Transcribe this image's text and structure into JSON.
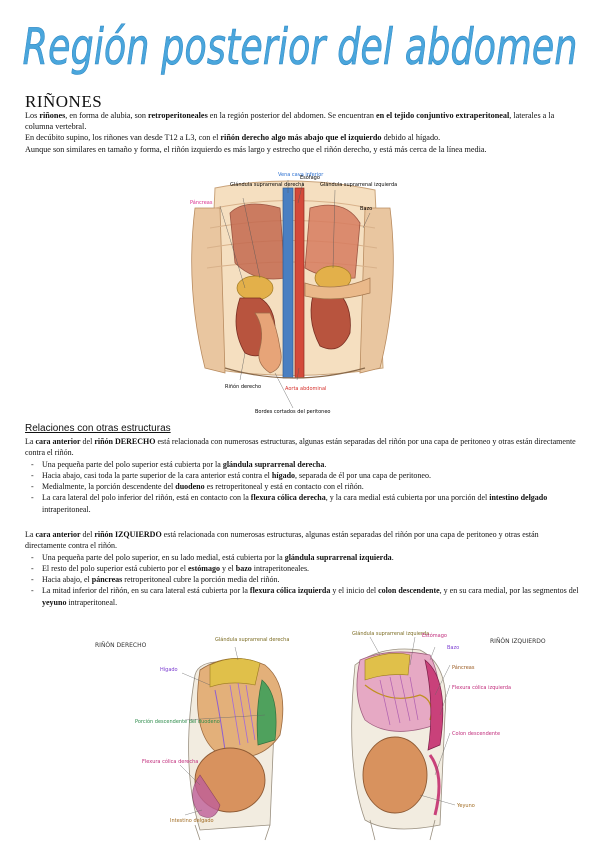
{
  "title": "Región posterior del abdomen",
  "colors": {
    "title": "#4aa6dc",
    "organ": "#e8a070",
    "kidney": "#d9956a",
    "gland": "#e0b84a",
    "colon": "#c9417a",
    "bone": "#f0ece2"
  },
  "section_heading": "RIÑONES",
  "intro": {
    "p1": {
      "t1": "Los ",
      "b1": "riñones",
      "t2": ", en forma de alubia, son ",
      "b2": "retroperitoneales",
      "t3": " en la región posterior del abdomen. Se encuentran ",
      "b3": "en el tejido conjuntivo extraperitoneal",
      "t4": ", laterales a la columna vertebral."
    },
    "p2": {
      "t1": "En decúbito supino, los riñones van desde T12 a L3, con el ",
      "b1": "riñón derecho algo más abajo que el izquierdo",
      "t2": " debido al hígado."
    },
    "p3": "Aunque son similares en tamaño y forma, el riñón izquierdo es más largo y estrecho que el riñón derecho, y está más cerca de la línea media."
  },
  "figure1": {
    "labels": {
      "vena_cava": "Vena cava inferior",
      "glandula_der": "Glándula suprarrenal derecha",
      "esofago": "Esófago",
      "glandula_izq": "Glándula suprarrenal izquierda",
      "bazo": "Bazo",
      "pancreas": "Páncreas",
      "rinon_derecho": "Riñón derecho",
      "aorta": "Aorta abdominal",
      "bordes": "Bordes cortados del peritoneo"
    }
  },
  "relations_heading": "Relaciones con otras estructuras",
  "right": {
    "intro": {
      "t1": "La ",
      "b1": "cara anterior",
      "t2": " del ",
      "b2": "riñón DERECHO",
      "t3": " está relacionada con numerosas estructuras, algunas están separadas del riñón por una capa de peritoneo y otras están directamente contra el riñón."
    },
    "items": [
      {
        "t1": "Una pequeña parte del polo superior está cubierta por la ",
        "b1": "glándula suprarrenal derecha",
        "t2": "."
      },
      {
        "t1": "Hacia abajo, casi toda la parte superior de la cara anterior está contra el ",
        "b1": "hígado",
        "t2": ", separada de él por una capa de peritoneo."
      },
      {
        "t1": "Medialmente, la porción descendente del ",
        "b1": "duodeno",
        "t2": " es retroperitoneal y está en contacto con el riñón."
      },
      {
        "t1": "La cara lateral del polo inferior del riñón, está en contacto con la ",
        "b1": "flexura cólica derecha",
        "t2": ", y la cara medial está cubierta por una porción del ",
        "b2": "intestino delgado",
        "t3": " intraperitoneal."
      }
    ]
  },
  "left": {
    "intro": {
      "t1": "La ",
      "b1": "cara anterior",
      "t2": " del ",
      "b2": "riñón IZQUIERDO",
      "t3": " está relacionada con numerosas estructuras, algunas están separadas del riñón por una capa de peritoneo y otras están directamente contra el riñón."
    },
    "items": [
      {
        "t1": "Una pequeña parte del polo superior, en su lado medial, está cubierta por la ",
        "b1": "glándula suprarrenal izquierda",
        "t2": "."
      },
      {
        "t1": "El resto del polo superior está cubierto por el ",
        "b1": "estómago",
        "t2": " y el ",
        "b2": "bazo",
        "t3": " intraperitoneales."
      },
      {
        "t1": "Hacia abajo, el ",
        "b1": "páncreas",
        "t2": " retroperitoneal cubre la porción media del riñón."
      },
      {
        "t1": "La mitad inferior del riñón, en su cara lateral está cubierta por la ",
        "b1": "flexura cólica izquierda",
        "t2": " y el inicio del ",
        "b2": "colon descendente",
        "t3": ", y en su cara medial, por las segmentos del ",
        "b3": "yeyuno",
        "t4": " intraperitoneal."
      }
    ]
  },
  "figure2": {
    "right_title": "RIÑÓN DERECHO",
    "left_title": "RIÑÓN IZQUIERDO",
    "labels": {
      "higado": "Hígado",
      "glandula_der": "Glándula suprarrenal derecha",
      "duodeno": "Porción descendente del duodeno",
      "flexura_der": "Flexura cólica derecha",
      "intestino": "Intestino delgado",
      "glandula_izq": "Glándula suprarrenal izquierda",
      "estomago": "Estómago",
      "bazo": "Bazo",
      "pancreas": "Páncreas",
      "flexura_izq": "Flexura cólica izquierda",
      "colon_desc": "Colon descendente",
      "yeyuno": "Yeyuno"
    }
  }
}
